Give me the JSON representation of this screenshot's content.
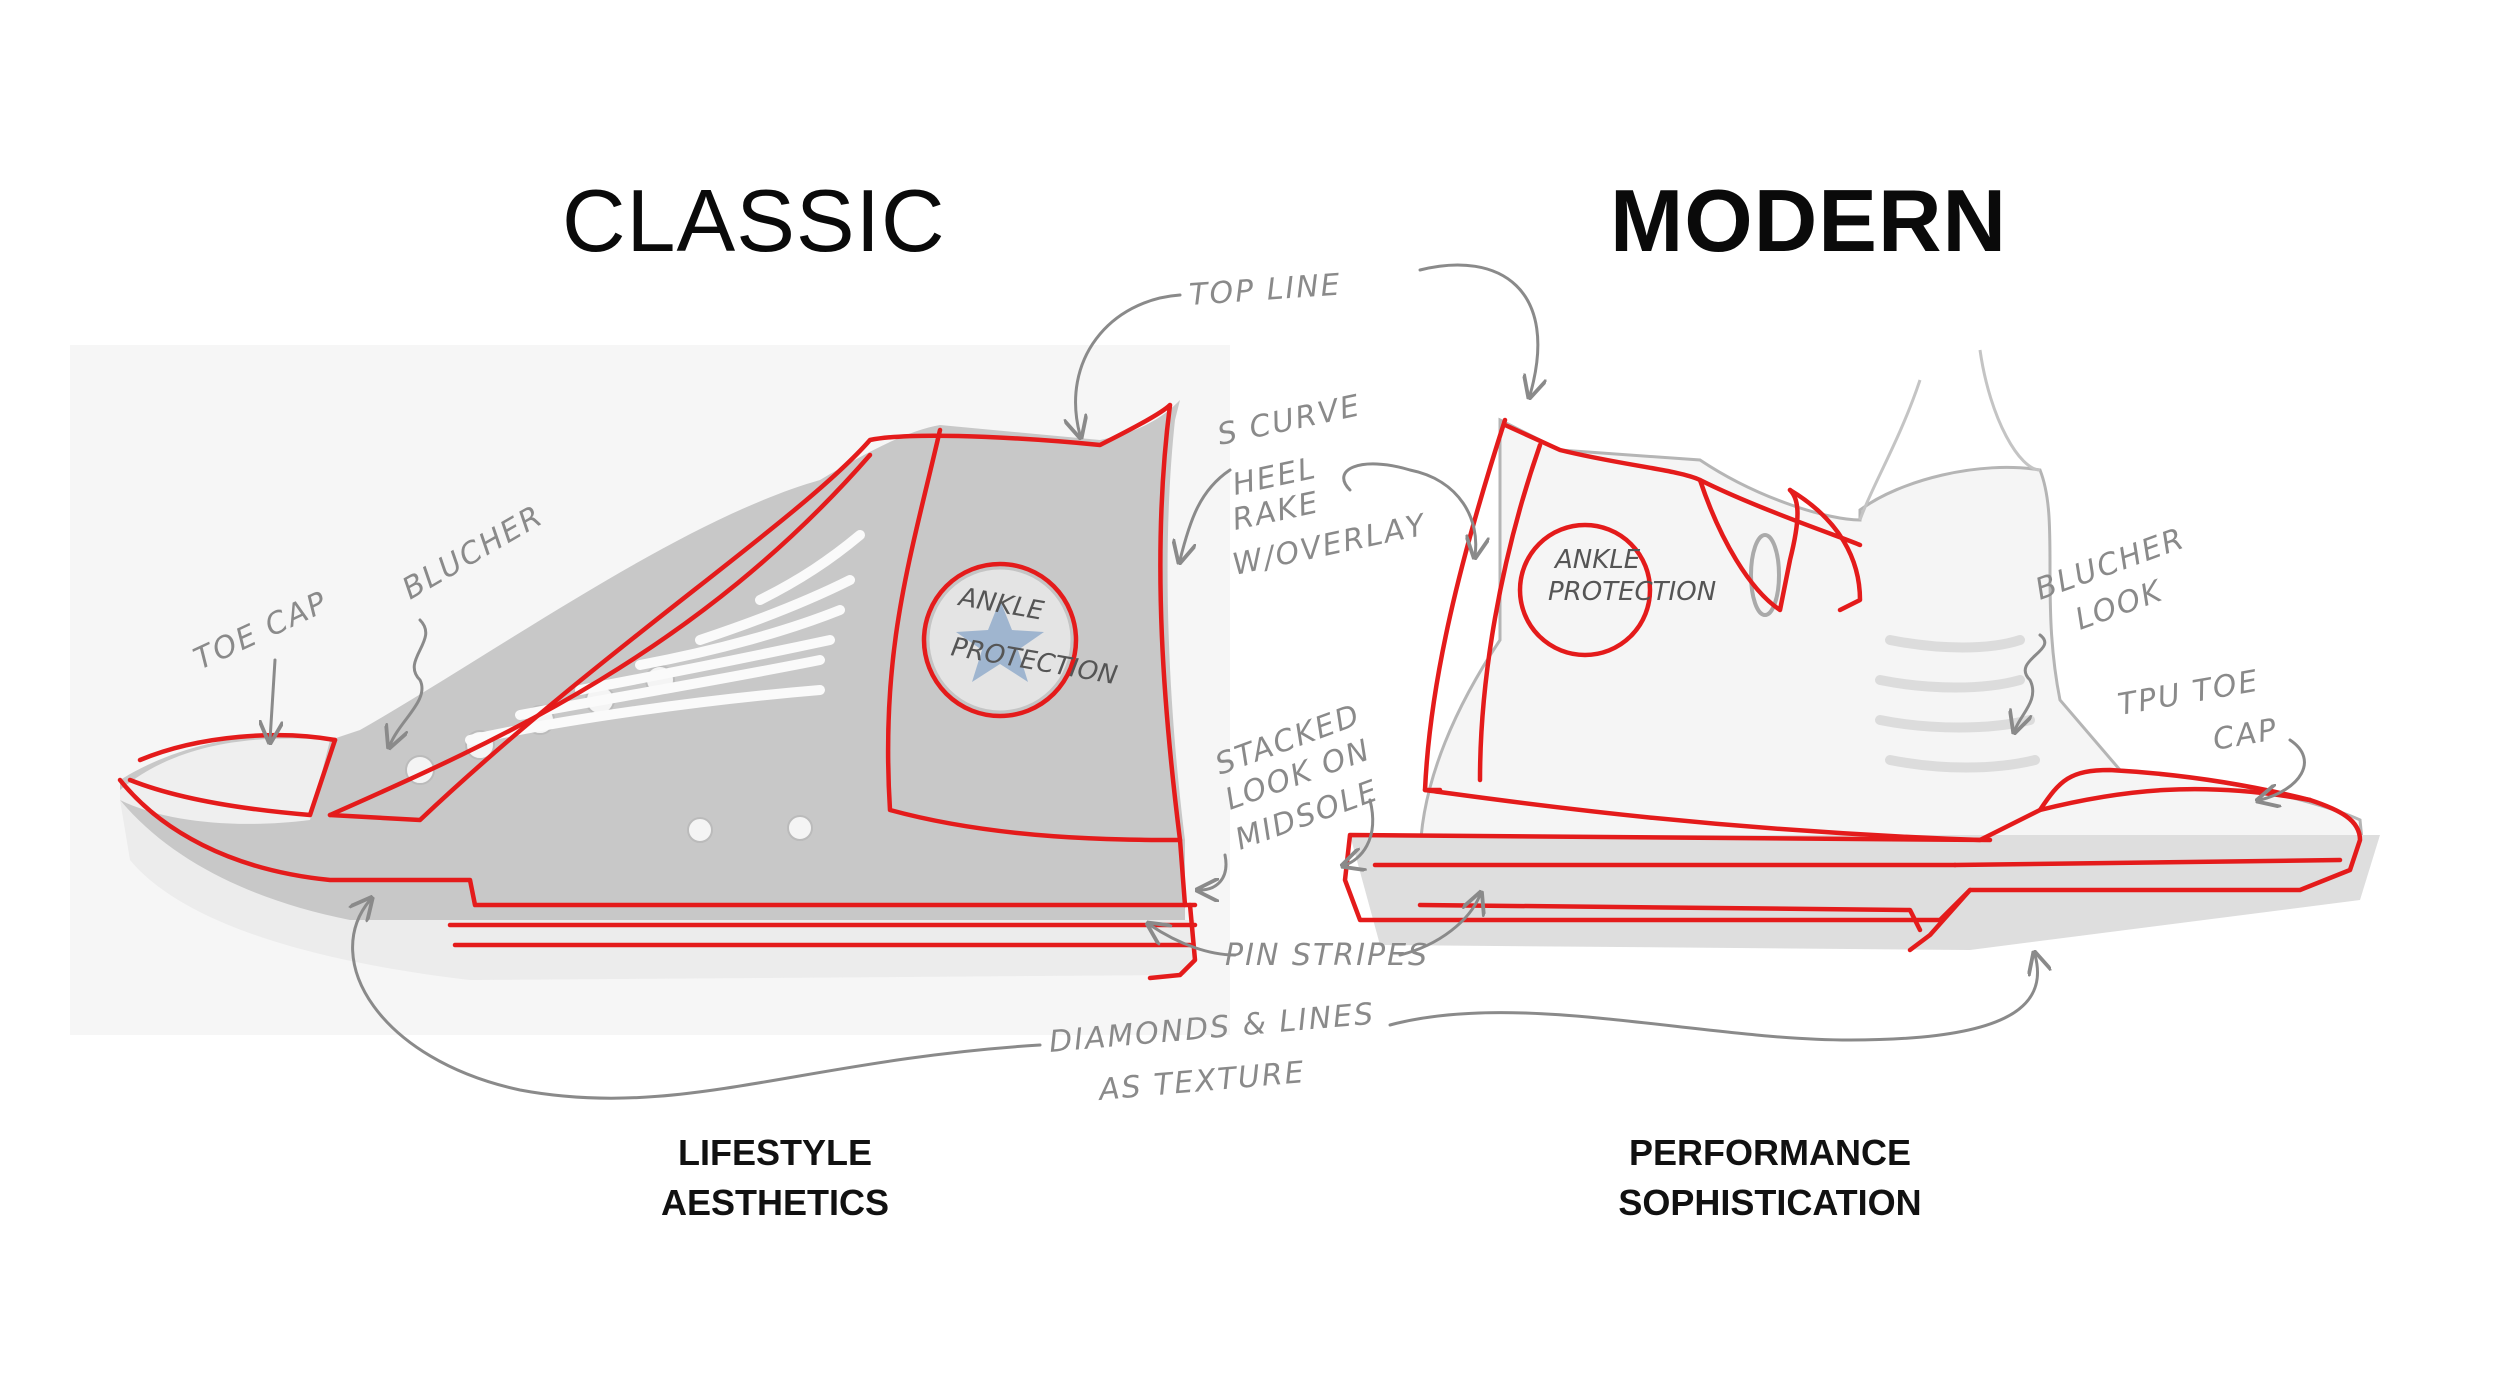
{
  "titles": {
    "classic": "CLASSIC",
    "modern": "MODERN"
  },
  "captions": {
    "left": [
      "LIFESTYLE",
      "AESTHETICS"
    ],
    "right": [
      "PERFORMANCE",
      "SOPHISTICATION"
    ]
  },
  "annotations": {
    "toe_cap": "TOE CAP",
    "blucher": "BLUCHER",
    "top_line": "TOP LINE",
    "s_curve": "S CURVE",
    "heel_rake_1": "HEEL",
    "heel_rake_2": "RAKE",
    "heel_rake_3": "W/OVERLAY",
    "stacked_1": "STACKED",
    "stacked_2": "LOOK ON",
    "stacked_3": "MIDSOLE",
    "pin_stripes": "PIN STRIPES",
    "diamonds_1": "DIAMONDS & LINES",
    "diamonds_2": "AS TEXTURE",
    "blucher_look_1": "BLUCHER",
    "blucher_look_2": "LOOK",
    "tpu_toe_cap_1": "TPU TOE",
    "tpu_toe_cap_2": "CAP",
    "classic_badge_1": "ANKLE",
    "classic_badge_2": "PROTECTION",
    "modern_badge_1": "ANKLE",
    "modern_badge_2": "PROTECTION"
  },
  "colors": {
    "outline_red": "#e41b1b",
    "sketch_gray": "#8a8a8a",
    "shoe_fill": "#c8c8c8",
    "sole_fill": "#eeeeee"
  }
}
